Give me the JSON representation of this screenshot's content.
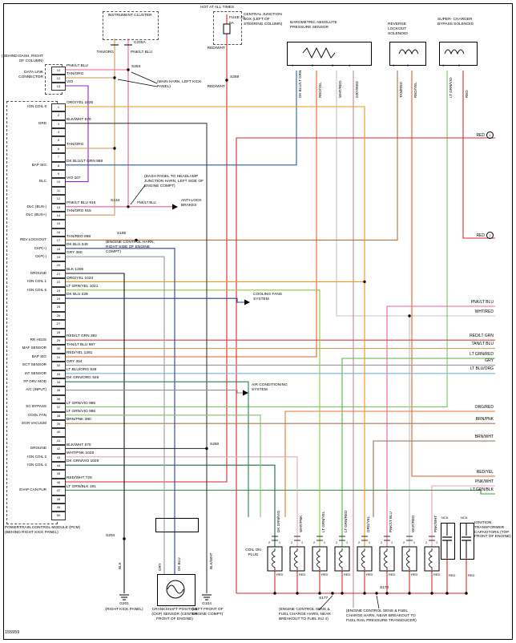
{
  "meta": {
    "diagram_id": "155959"
  },
  "colors": {
    "RED": "#d42a2a",
    "RED/WHT": "#d42a2a",
    "RED/YEL": "#e2622b",
    "RED/LT GRN": "#d84040",
    "PNK/LT BLU": "#ee5fa0",
    "PNK/WHT": "#f0a0c0",
    "WHT/PNK": "#e0a8c2",
    "WHT/RED": "#c4c4c4",
    "TAN/ORG": "#c99a55",
    "TAN/RED": "#b5713d",
    "TAN/LT BLU": "#c9a368",
    "VIO": "#9327c4",
    "ORG/YEL": "#f29422",
    "ORG/RED": "#e87a28",
    "BLK": "#141414",
    "BLK/WHT": "#3c3c3c",
    "DK BLU": "#2a3f9e",
    "DK BLU/LT GRN": "#2a5cb0",
    "LT BLU/ORG": "#74b2e2",
    "GRY": "#999999",
    "GRY/RED": "#b98f8f",
    "LT GRN/YEL": "#93c63c",
    "LT GRN/RED": "#58b24c",
    "LT GRN/VIO": "#7cc26a",
    "LT GRN/BLK": "#3f9a44",
    "DK GRN/ORG": "#2f7d4e",
    "DK GRN/VIO": "#1e6b45",
    "BRN/PNK": "#ad7458",
    "BRN/WHT": "#8d6f55",
    "AC": "#909090"
  },
  "pcm": {
    "label": "POWERTRAIN CONTROL MODULE (PCM) (BEHIND RIGHT KICK PANEL)",
    "pins": [
      {
        "pin": "1",
        "label": "IGN COIL 6",
        "wire": "ORG/YEL",
        "circuit": "1025"
      },
      {
        "pin": "2"
      },
      {
        "pin": "3",
        "label": "GRD",
        "wire": "BLK/WHT",
        "circuit": "570"
      },
      {
        "pin": "4"
      },
      {
        "pin": "5"
      },
      {
        "pin": "6",
        "wire": "TAN/ORG",
        "circuit": ""
      },
      {
        "pin": "7"
      },
      {
        "pin": "8",
        "label": "BAP SIG",
        "wire": "DK BLU/LT GRN",
        "circuit": "968"
      },
      {
        "pin": "9"
      },
      {
        "pin": "10",
        "label": "DLC",
        "wire": "VIO",
        "circuit": "107"
      },
      {
        "pin": "11"
      },
      {
        "pin": "12"
      },
      {
        "pin": "13",
        "label": "DLC (BUS-)",
        "wire": "PNK/LT BLU",
        "circuit": "916"
      },
      {
        "pin": "14",
        "label": "DLC (BUS+)",
        "wire": "TAN/ORG",
        "circuit": "915"
      },
      {
        "pin": "15"
      },
      {
        "pin": "16"
      },
      {
        "pin": "17",
        "label": "REV LOCKOUT",
        "wire": "TAN/RED",
        "circuit": "988"
      },
      {
        "pin": "18",
        "label": "CKP(+)",
        "wire": "DK BLU",
        "circuit": "349"
      },
      {
        "pin": "19",
        "label": "CKP(-)",
        "wire": "GRY",
        "circuit": "350"
      },
      {
        "pin": "20"
      },
      {
        "pin": "21",
        "label": "GROUND",
        "wire": "BLK",
        "circuit": "1205"
      },
      {
        "pin": "22",
        "label": "IGN COIL 1",
        "wire": "ORG/YEL",
        "circuit": "1024"
      },
      {
        "pin": "23",
        "label": "IGN COIL 5",
        "wire": "LT GRN/YEL",
        "circuit": "1021"
      },
      {
        "pin": "24",
        "wire": "DK BLU",
        "circuit": "228"
      },
      {
        "pin": "25"
      },
      {
        "pin": "26"
      },
      {
        "pin": "27"
      },
      {
        "pin": "28"
      },
      {
        "pin": "29",
        "label": "RR HO2S",
        "wire": "RED/LT GRN",
        "circuit": "392"
      },
      {
        "pin": "30",
        "label": "MAF SENSOR",
        "wire": "TAN/LT BLU",
        "circuit": "987"
      },
      {
        "pin": "31",
        "label": "BAP SIG",
        "wire": "RED/YEL",
        "circuit": "1281"
      },
      {
        "pin": "32",
        "label": "ECT SENSOR",
        "wire": "GRY",
        "circuit": "354"
      },
      {
        "pin": "33",
        "label": "IAT SENSOR",
        "wire": "LT BLU/ORG",
        "circuit": "928"
      },
      {
        "pin": "34",
        "label": "FP DRV MOD",
        "wire": "DK GRN/ORG",
        "circuit": "926"
      },
      {
        "pin": "35",
        "label": "A/C (INPUT)"
      },
      {
        "pin": "36"
      },
      {
        "pin": "37",
        "label": "SC BYPASS",
        "wire": "LT GRN/VIO",
        "circuit": "985"
      },
      {
        "pin": "38",
        "label": "COOL FAN",
        "wire": "LT GRN/VIO",
        "circuit": "986"
      },
      {
        "pin": "39",
        "label": "EGR VACUUM",
        "wire": "BRN/PNK",
        "circuit": "380"
      },
      {
        "pin": "40"
      },
      {
        "pin": "41"
      },
      {
        "pin": "42",
        "label": "GROUND",
        "wire": "BLK/WHT",
        "circuit": "570"
      },
      {
        "pin": "43",
        "label": "IGN COIL 2",
        "wire": "WHT/PNK",
        "circuit": "1028"
      },
      {
        "pin": "44",
        "label": "IGN COIL 4",
        "wire": "DK GRN/VIO",
        "circuit": "1029"
      },
      {
        "pin": "45"
      },
      {
        "pin": "46",
        "wire": "RED/WHT",
        "circuit": "729"
      },
      {
        "pin": "47",
        "label": "EVAP CAN PUR",
        "wire": "LT GRN/BLK",
        "circuit": "191"
      },
      {
        "pin": "48"
      },
      {
        "pin": "49"
      },
      {
        "pin": "50"
      }
    ]
  },
  "datalink": {
    "note": "(BEHIND DASH, RIGHT OF COLUMN)",
    "label": "DATA LINK CONNECTOR",
    "pins": [
      {
        "pin": "10",
        "wire": "PNK/LT BLU"
      },
      {
        "pin": "12",
        "wire": "TAN/ORG"
      },
      {
        "pin": "13",
        "wire": "VIO"
      }
    ]
  },
  "cluster": {
    "title": "INSTRUMENT CLUSTER",
    "connector": "C220A",
    "wire_left": "TAN/ORG",
    "wire_right": "PNK/LT BLU"
  },
  "fuse": {
    "hot": "HOT AT ALL TIMES",
    "name": "FUSE 21",
    "rating": "5A",
    "box": "CENTRAL JUNCTION BOX (LEFT OF STEERING COLUMN)",
    "wire": "RED/WHT"
  },
  "bap": {
    "title": "BAROMETRIC ABSOLUTE PRESSURE SENSOR",
    "pins": [
      {
        "n": "1",
        "wire": "DK BLU/LT GRN"
      },
      {
        "n": "2",
        "wire": "RED/YEL"
      },
      {
        "n": "3",
        "wire": "WHT/RED"
      },
      {
        "n": "4",
        "wire": "GRY/RED"
      }
    ]
  },
  "rev_lockout": {
    "title": "REVERSE LOCKOUT SOLENOID",
    "pins": [
      {
        "n": "1",
        "wire": "TAN/RED"
      },
      {
        "n": "2",
        "wire": "RED/YEL"
      }
    ]
  },
  "sc_bypass": {
    "title": "SUPER- CHARGER BYPASS SOLENOID",
    "pins": [
      {
        "n": "1",
        "wire": "LT GRN/VIO"
      },
      {
        "n": "2",
        "wire": "RED"
      }
    ]
  },
  "right_labels": [
    {
      "label": "RED",
      "badge": "1"
    },
    {
      "label": "RED",
      "badge": "2"
    },
    {
      "label": "PNK/LT BLU"
    },
    {
      "label": "WHT/RED"
    },
    {
      "label": "RED/LT GRN"
    },
    {
      "label": "TAN/LT BLU"
    },
    {
      "label": "LT GRN/RED"
    },
    {
      "label": "GRY"
    },
    {
      "label": "LT BLU/ORG"
    },
    {
      "label": "ORG/RED"
    },
    {
      "label": "BRN/PNK"
    },
    {
      "label": "BRN/WHT"
    },
    {
      "label": "RED/YEL"
    },
    {
      "label": "PNK/WHT"
    },
    {
      "label": "LT GRN/BLK"
    }
  ],
  "splices": {
    "s253": "S253",
    "s259": "S259",
    "s134": "S134",
    "s195": "S195",
    "s250": "S250",
    "s204": "S204",
    "s177": "S177",
    "s170": "S170"
  },
  "grounds": {
    "g201": {
      "id": "G201",
      "loc": "(RIGHT KICK PANEL)"
    },
    "g104": {
      "id": "G104",
      "loc": "(LEFT FRONT OF ENGINE COMPT)"
    }
  },
  "notes": {
    "main_harn": "(MAIN HARN, LEFT KICK PANEL)",
    "dash_panel": "(DASH PANEL TO HEADLAMP JUNCTION HARN, LEFT SIDE OF ENGINE COMPT)",
    "s195_note": "(ENGINE CONTROL HARN, RIGHT SIDE OF ENGINE COMPT)",
    "inj4": "(ENGINE CONTROL SENS & FUEL CHARGE HARN, NEAR BREAKOUT TO FUEL INJ 4)",
    "frp": "(ENGINE CONTROL SENS & FUEL CHARGE HARN, NEAR BREAKOUT TO FUEL RAIL PRESSURE TRANSDUCER)"
  },
  "arrows": {
    "abs": "ANTI-LOCK BRAKES",
    "abs_wire": "PNK/LT BLU",
    "cooling": "COOLING FANS SYSTEM",
    "ac": "AIR CONDITIONING SYSTEM"
  },
  "ckp": {
    "title": "CRANKSHAFT POSITION (CKP) SENSOR (CENTER FRONT OF ENGINE)",
    "wires": [
      "GRY",
      "DK BLU"
    ],
    "left_wire": "BLK",
    "right_wire": "BLK/WHT"
  },
  "coils": {
    "label": "COIL ON PLUG",
    "supply": "RED",
    "pin_left": "2",
    "pin_right": "1",
    "items": [
      {
        "wire": "DK GRN/VIO"
      },
      {
        "wire": "WHT/PNK"
      },
      {
        "wire": "LT GRN/YEL"
      },
      {
        "wire": "LT GRN/RED"
      },
      {
        "wire": "ORG/YEL"
      },
      {
        "wire": "PNK/LT BLU"
      },
      {
        "wire": "WHT/RED"
      },
      {
        "wire": "PNK/WHT"
      }
    ]
  },
  "caps": {
    "title": "IGNITION TRANSFORMER CAPACITORS (TOP FRONT OF ENGINE)",
    "nca": "NCA",
    "wire": "RED"
  }
}
